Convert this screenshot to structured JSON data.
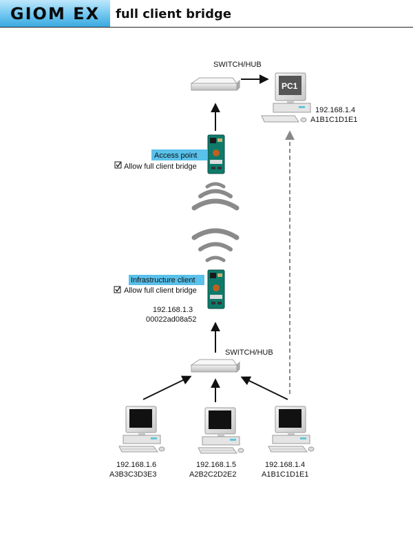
{
  "header": {
    "logo": "GIOM EX",
    "title": "full client bridge"
  },
  "top_switch": {
    "label": "SWITCH/HUB"
  },
  "pc1": {
    "screen_label": "PC1",
    "ip": "192.168.1.4",
    "mac": "A1B1C1D1E1"
  },
  "access_point": {
    "label": "Access point",
    "checkbox_label": "Allow full client bridge",
    "checked": true
  },
  "infra_client": {
    "label": "Infrastructure client",
    "checkbox_label": "Allow full client bridge",
    "checked": true,
    "ip": "192.168.1.3",
    "mac": "00022ad08a52"
  },
  "bottom_switch": {
    "label": "SWITCH/HUB"
  },
  "pcs": [
    {
      "ip": "192.168.1.6",
      "mac": "A3B3C3D3E3"
    },
    {
      "ip": "192.168.1.5",
      "mac": "A2B2C2D2E2"
    },
    {
      "ip": "192.168.1.4",
      "mac": "A1B1C1D1E1"
    }
  ]
}
